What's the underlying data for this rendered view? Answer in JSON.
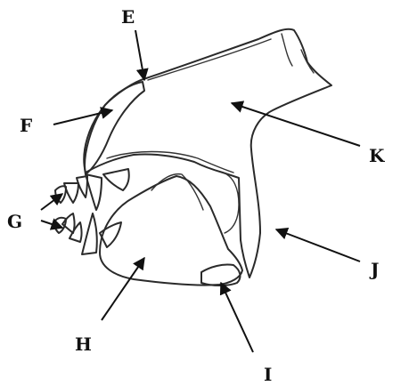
{
  "labels": {
    "e": "E",
    "f": "F",
    "g": "G",
    "h": "H",
    "i": "I",
    "j": "J",
    "k": "K"
  },
  "colors": {
    "bone_fill": "#cfcfcf",
    "bone_shade": "#b8b8b8",
    "tooth_fill": "#eeeeee",
    "ink": "#111111"
  }
}
